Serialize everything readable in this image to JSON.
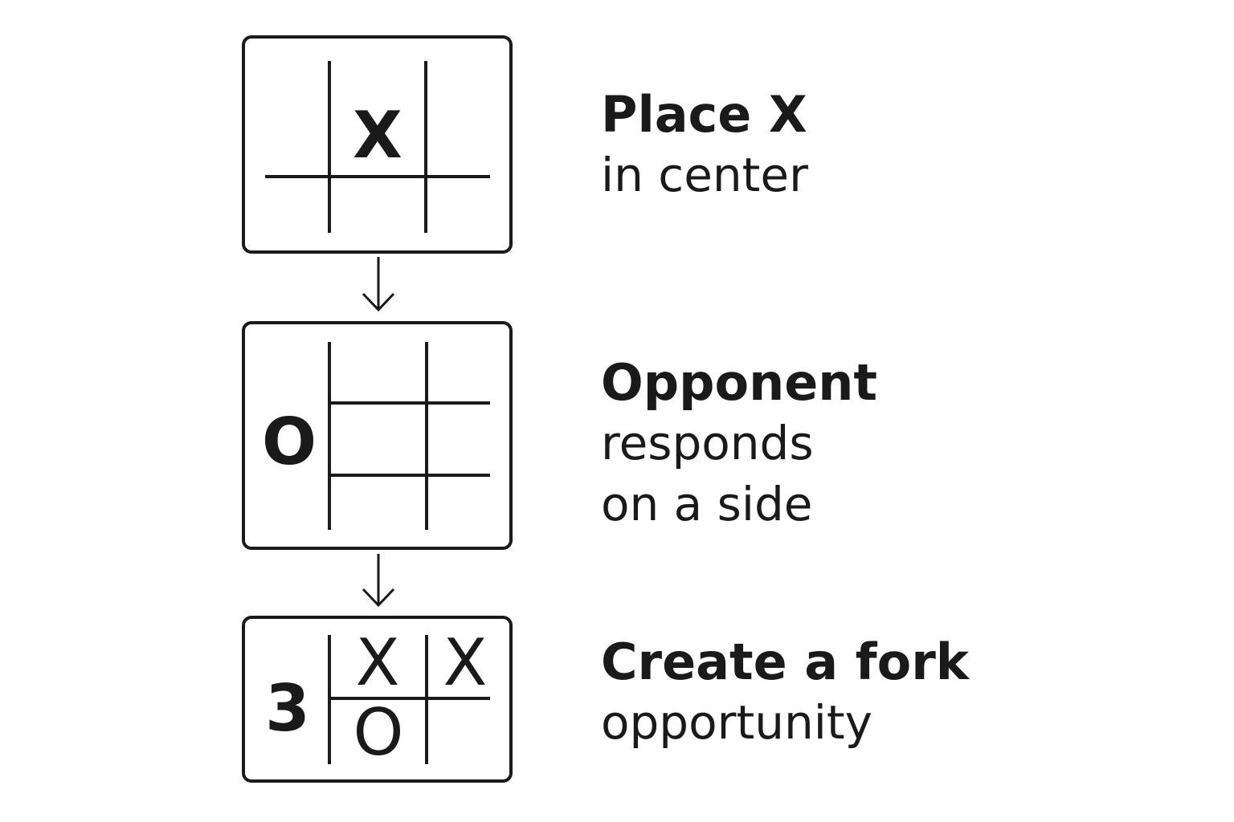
{
  "colors": {
    "ink": "#1a1a1a",
    "background": "#ffffff"
  },
  "steps": [
    {
      "title": "Place X",
      "desc_lines": [
        "in center"
      ],
      "side_marker": "",
      "marks": [
        {
          "symbol": "X",
          "cell": "top-center",
          "bold": true
        }
      ]
    },
    {
      "title": "Opponent",
      "desc_lines": [
        "responds",
        "on a side"
      ],
      "side_marker": "O",
      "marks": []
    },
    {
      "title": "Create a fork",
      "desc_lines": [
        "opportunity"
      ],
      "side_marker": "3",
      "marks": [
        {
          "symbol": "X",
          "cell": "top-center",
          "bold": false
        },
        {
          "symbol": "X",
          "cell": "top-right",
          "bold": false
        },
        {
          "symbol": "O",
          "cell": "bottom-center",
          "bold": false
        }
      ]
    }
  ],
  "arrows": [
    {
      "from_step": 1,
      "to_step": 2,
      "icon": "arrow-down-icon"
    },
    {
      "from_step": 2,
      "to_step": 3,
      "icon": "arrow-down-icon"
    }
  ]
}
